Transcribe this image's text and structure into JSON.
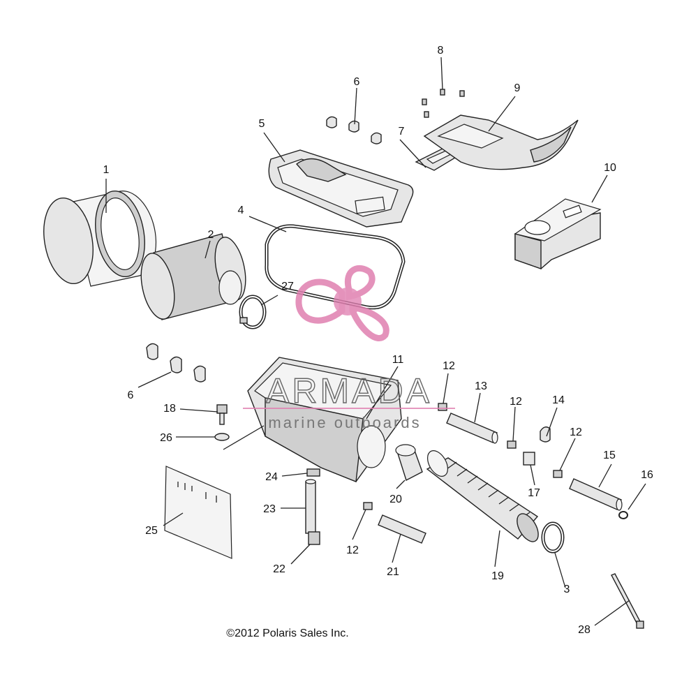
{
  "callouts": {
    "c1": "1",
    "c2": "2",
    "c3": "3",
    "c4": "4",
    "c5": "5",
    "c6a": "6",
    "c6b": "6",
    "c7": "7",
    "c8": "8",
    "c9": "9",
    "c10": "10",
    "c11": "11",
    "c12a": "12",
    "c12b": "12",
    "c12c": "12",
    "c12d": "12",
    "c13": "13",
    "c14": "14",
    "c15": "15",
    "c16": "16",
    "c17": "17",
    "c18": "18",
    "c19": "19",
    "c20": "20",
    "c21": "21",
    "c22": "22",
    "c23": "23",
    "c24": "24",
    "c25": "25",
    "c26": "26",
    "c27": "27",
    "c28": "28"
  },
  "copyright": "©2012 Polaris Sales Inc.",
  "watermark": {
    "brand": "ARMADA",
    "tagline": "marine outboards",
    "color": "#e07fb0"
  }
}
